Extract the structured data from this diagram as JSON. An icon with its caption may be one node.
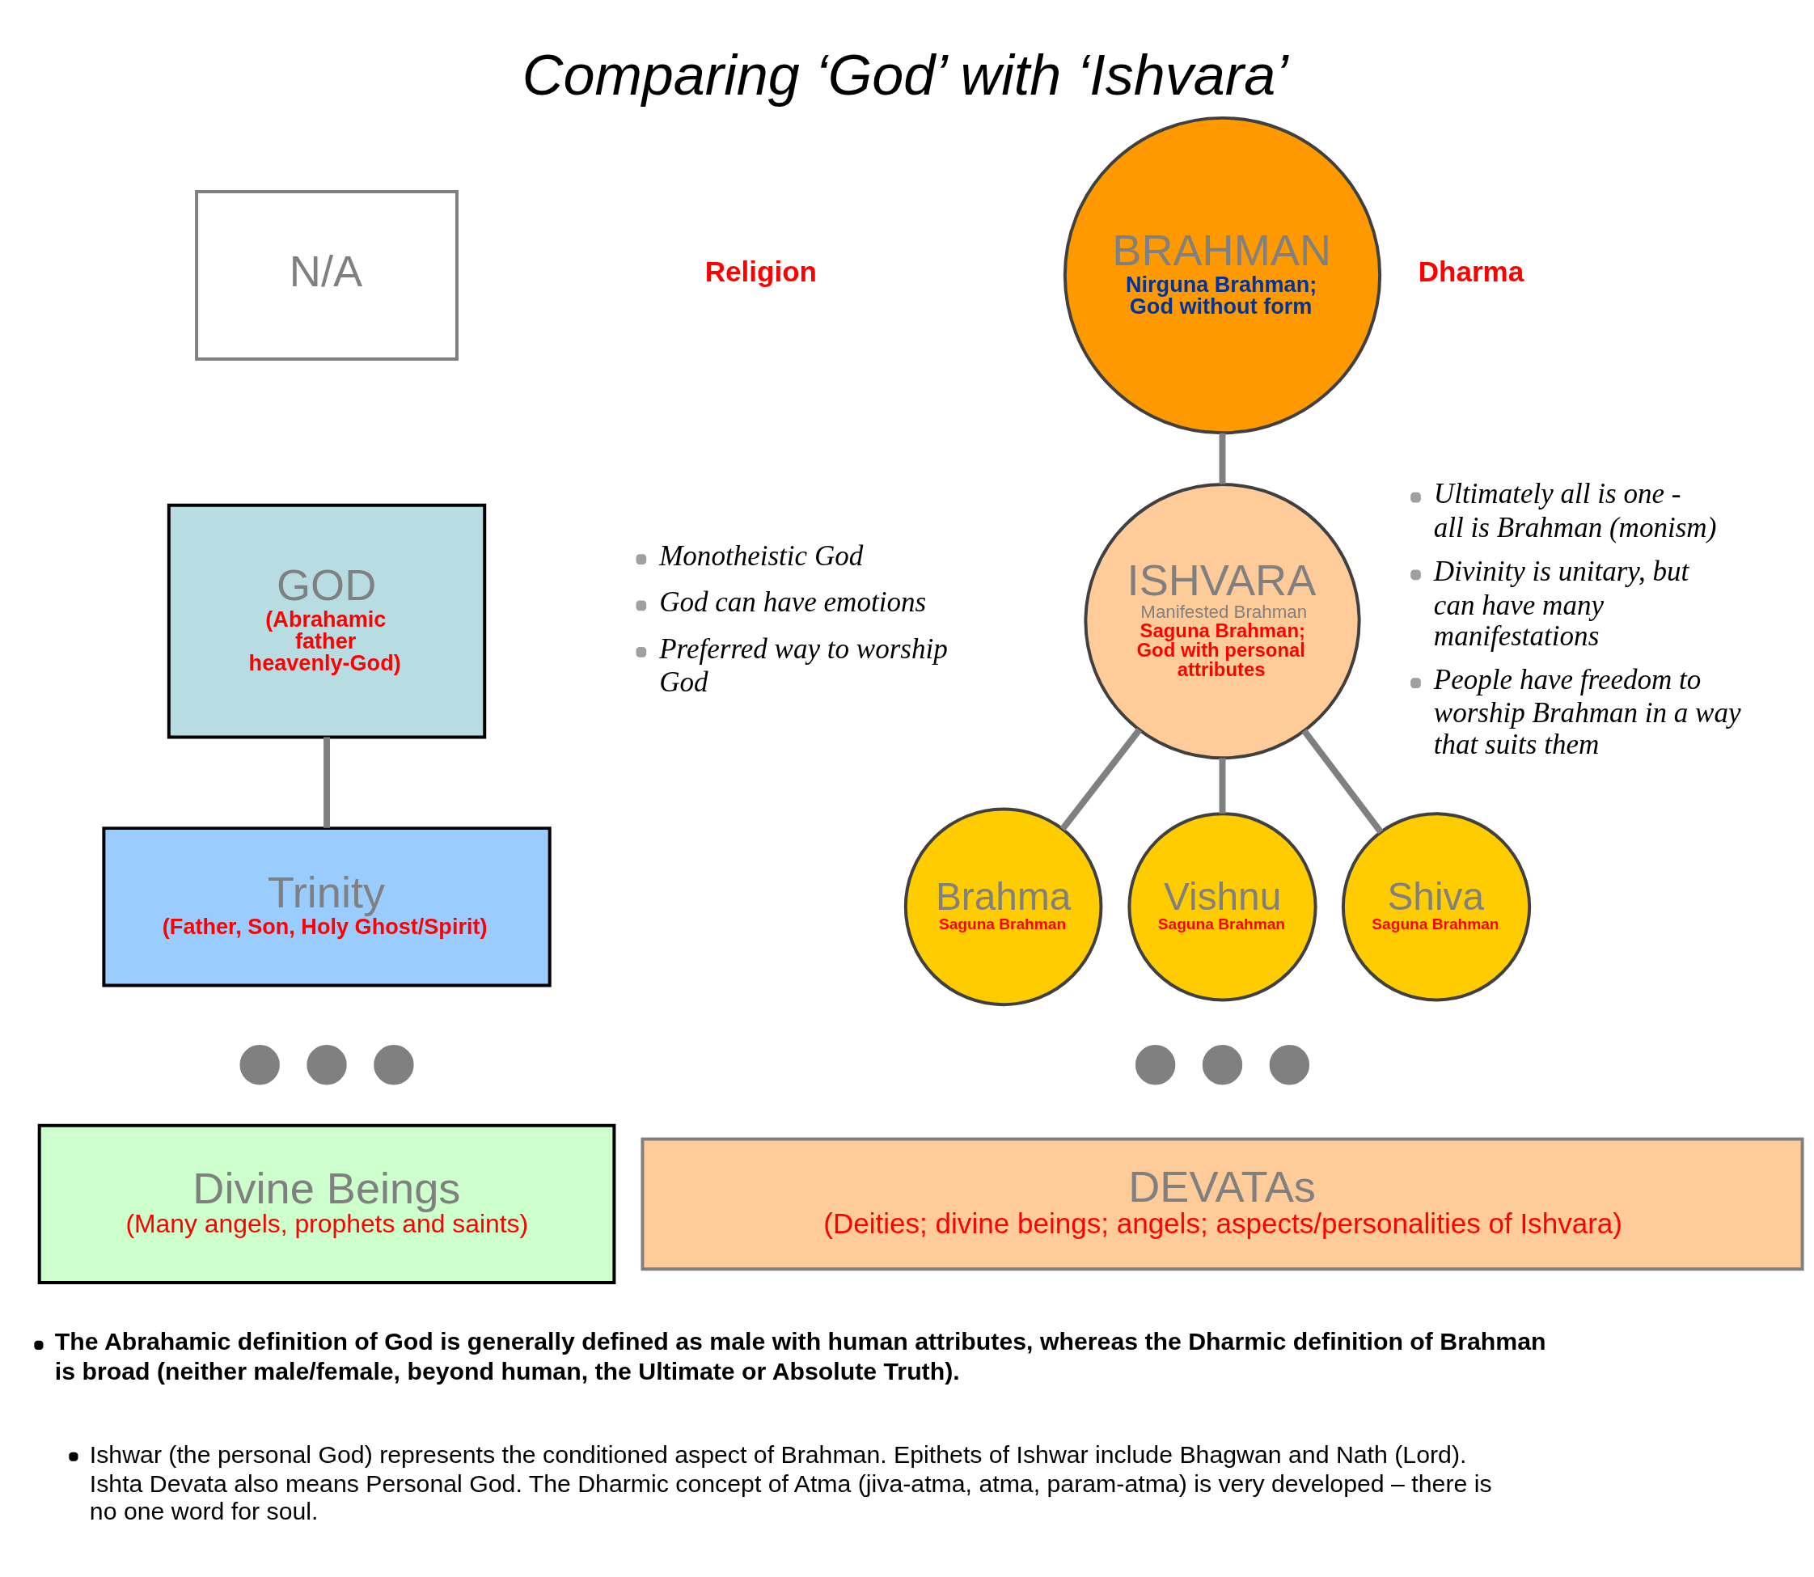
{
  "diagram": {
    "title": "Comparing ‘God’ with ‘Ishvara’",
    "nodes": [
      {
        "text": [
          "N/A"
        ]
      },
      {
        "text": [
          "BRAHMAN",
          "Nirguna Brahman; God without form"
        ]
      },
      {
        "text": [
          "GOD",
          "(Abrahamic father heavenly-God)"
        ],
        "beside": [
          "Monotheistic God",
          "God can have emotions",
          "Preferred way to worship God"
        ]
      },
      {
        "text": [
          "ISHVARA",
          "Manifested Brahman",
          "Saguna Brahman; God with personal attributes"
        ],
        "beside": [
          "Ultimately all is one - all is Brahman (monism)",
          "Divinity is unitary, but can have many manifestations",
          "People have freedom to worship Brahman in a way that suits them"
        ]
      },
      {
        "text": [
          "Trinity",
          "(Father, Son, Holy Ghost/Spirit)"
        ]
      },
      {
        "text": [
          "Brahma",
          "Saguna Brahman"
        ]
      },
      {
        "text": [
          "Vishnu",
          "Saguna Brahman"
        ]
      },
      {
        "text": [
          "Shiva",
          "Saguna Brahman"
        ]
      },
      {
        "text": [],
        "shape": "circle"
      },
      {
        "text": [],
        "shape": "circle"
      },
      {
        "text": [],
        "shape": "circle"
      },
      {
        "text": [
          "Divine Beings",
          "(Many angels, prophets and saints)"
        ]
      },
      {
        "text": [],
        "shape": "circle"
      },
      {
        "text": [],
        "shape": "circle"
      },
      {
        "text": [],
        "shape": "circle"
      },
      {
        "text": [
          "DEVATAs",
          "(Deities; divine beings; angels; aspects/personalities of Ishvara)"
        ]
      }
    ],
    "edges": [
      {
        "from": 1,
        "to": 3,
        "arrow": "none"
      },
      {
        "from": 2,
        "to": 4,
        "arrow": "none"
      },
      {
        "from": 3,
        "to": 5,
        "arrow": "none"
      },
      {
        "from": 3,
        "to": 6,
        "arrow": "none"
      },
      {
        "from": 3,
        "to": 7,
        "arrow": "none"
      }
    ],
    "labels": [
      "Religion",
      "Dharma",
      "The Abrahamic definition of God is generally defined as male with human attributes, whereas the Dharmic definition of Brahman is broad (neither male/female, beyond human, the Ultimate or Absolute Truth).",
      "Ishwar (the personal God) represents the conditioned aspect of Brahman. Epithets of Ishwar include Bhagwan and Nath (Lord). Ishta Devata also means Personal God. The Dharmic concept of Atma (jiva-atma, atma, param-atma) is very developed – there is no one word for soul."
    ]
  }
}
